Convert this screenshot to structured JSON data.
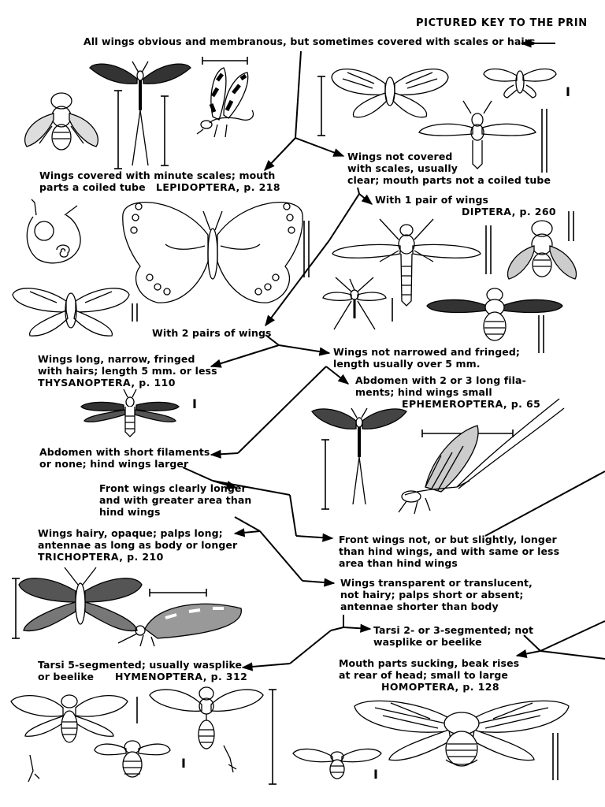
{
  "header": "PICTURED KEY TO THE PRIN",
  "nodes": {
    "all_wings": "All wings obvious and membranous, but sometimes covered with scales or hairs",
    "scales_l1": "Wings covered with minute scales; mouth",
    "scales_l2": "parts a coiled tube",
    "lepidoptera": "LEPIDOPTERA, p. 218",
    "not_covered_l1": "Wings not covered",
    "not_covered_l2": "with scales, usually",
    "not_covered_l3": "clear; mouth parts not a coiled tube",
    "one_pair": "With 1 pair of wings",
    "diptera": "DIPTERA, p. 260",
    "two_pairs": "With 2 pairs of wings",
    "narrow_l1": "Wings long, narrow, fringed",
    "narrow_l2": "with hairs; length 5 mm. or less",
    "thysanoptera": "THYSANOPTERA, p. 110",
    "not_narrow_l1": "Wings not narrowed and fringed;",
    "not_narrow_l2": "length usually over 5 mm.",
    "long_fil_l1": "Abdomen with 2 or 3 long fila-",
    "long_fil_l2": "ments; hind wings small",
    "ephemeroptera": "EPHEMEROPTERA, p. 65",
    "short_fil_l1": "Abdomen with short filaments",
    "short_fil_l2": "or none; hind wings larger",
    "front_longer_l1": "Front wings clearly longer",
    "front_longer_l2": "and with greater area than",
    "front_longer_l3": "hind wings",
    "front_not_l1": "Front wings not, or but slightly, longer",
    "front_not_l2": "than hind wings, and with same or less",
    "front_not_l3": "area than hind wings",
    "hairy_l1": "Wings hairy, opaque; palps long;",
    "hairy_l2": "antennae as long as body or longer",
    "trichoptera": "TRICHOPTERA, p. 210",
    "transparent_l1": "Wings transparent or translucent,",
    "transparent_l2": "not hairy; palps short or absent;",
    "transparent_l3": "antennae shorter than body",
    "tarsi23_l1": "Tarsi 2- or 3-segmented; not",
    "tarsi23_l2": "wasplike or beelike",
    "sucking_l1": "Mouth parts sucking, beak rises",
    "sucking_l2": "at rear of head; small to large",
    "homoptera": "HOMOPTERA, p. 128",
    "tarsi5_l1": "Tarsi 5-segmented; usually wasplike",
    "tarsi5_l2": "or beelike",
    "hymenoptera": "HYMENOPTERA, p. 312"
  },
  "scale_marks": [
    "I",
    "I",
    "I",
    "I"
  ],
  "illustrations": [
    "fly-icon",
    "mayfly-icon",
    "scorpionfly-icon",
    "moth-icon",
    "small-moth-icon",
    "crane-fly-icon",
    "coiled-proboscis-icon",
    "butterfly-icon",
    "moth2-icon",
    "robber-fly-icon",
    "housefly-icon",
    "mosquito-icon",
    "bee-fly-icon",
    "thrips-icon",
    "mayfly2-icon",
    "mayfly-side-icon",
    "caddisfly-icon",
    "caddisfly-side-icon",
    "sawfly-icon",
    "bee-icon",
    "wasp-icon",
    "small-hopper-icon",
    "cicada-icon"
  ]
}
